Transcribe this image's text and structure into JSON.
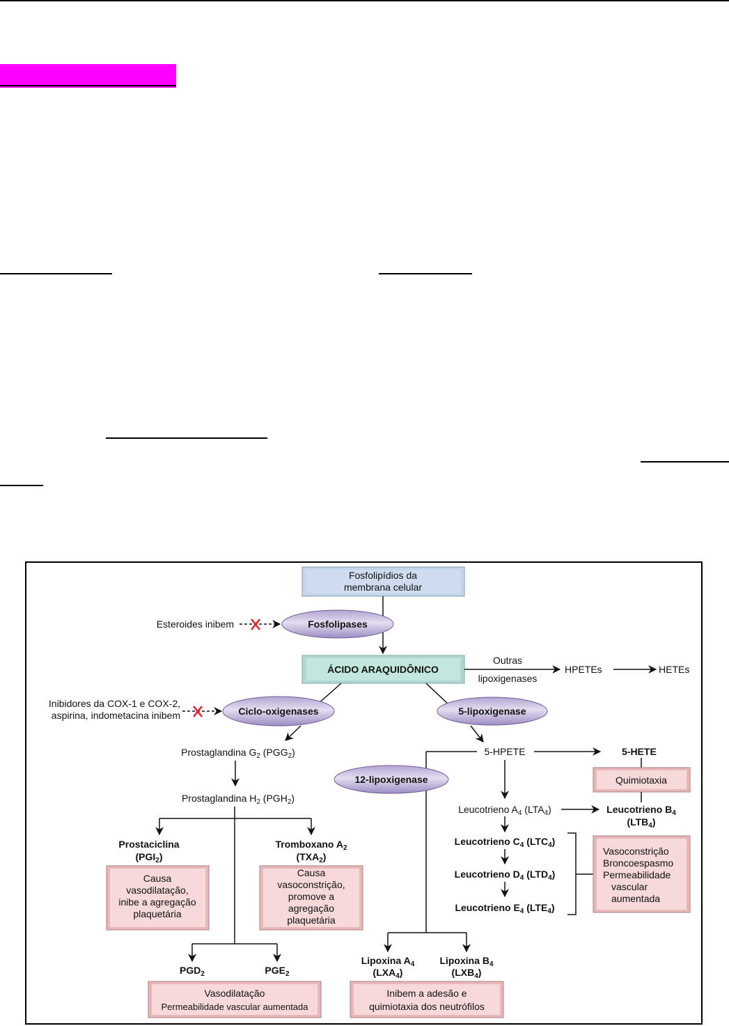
{
  "page": {
    "highlight_color": "#ff00ff",
    "rule_color": "#000000"
  },
  "diagram": {
    "colors": {
      "membrane_box": "#c4d4ea",
      "acid_box": "#bfe3dc",
      "effect_box": "#f4cdcd",
      "enzyme_ellipse": "#cdc2e2",
      "enzyme_ellipse_edge": "#8c7bb4",
      "inhibit_x": "#e0202a",
      "line": "#111111",
      "frame": "#000000"
    },
    "membrane": {
      "line1": "Fosfolipídios da",
      "line2": "membrana celular"
    },
    "phospholipases": "Fosfolipases",
    "steroids_inhibit": "Esteroides inibem",
    "arachidonic_acid": "ÁCIDO ARAQUIDÔNICO",
    "other_lipoxygenases": {
      "line1": "Outras",
      "line2": "lipoxigenases"
    },
    "hpetes": "HPETEs",
    "hetes": "HETEs",
    "cox_inhibitors": {
      "line1": "Inibidores da COX-1 e COX-2,",
      "line2": "aspirina, indometacina inibem"
    },
    "cyclooxygenases": "Ciclo-oxigenases",
    "lipoxygenase5": "5-lipoxigenase",
    "pgg2": {
      "base": "Prostaglandina G",
      "sub": "2",
      "mid": " (PGG",
      "sub2": "2",
      "end": ")"
    },
    "pgh2": {
      "base": "Prostaglandina H",
      "sub": "2",
      "mid": " (PGH",
      "sub2": "2",
      "end": ")"
    },
    "prostacyclin": {
      "line1": "Prostaciclina",
      "line2_pre": "(PGI",
      "line2_sub": "2",
      "line2_post": ")"
    },
    "prostacyclin_effect": [
      "Causa",
      "vasodilatação,",
      "inibe a agregação",
      "plaquetária"
    ],
    "thromboxane": {
      "line1_pre": "Tromboxano A",
      "line1_sub": "2",
      "line2_pre": "(TXA",
      "line2_sub": "2",
      "line2_post": ")"
    },
    "thromboxane_effect": [
      "Causa",
      "vasoconstrição,",
      "promove a",
      "agregação",
      "plaquetária"
    ],
    "pgd2": {
      "pre": "PGD",
      "sub": "2"
    },
    "pge2": {
      "pre": "PGE",
      "sub": "2"
    },
    "pgd_pge_effect": [
      "Vasodilatação",
      "Permeabilidade vascular aumentada"
    ],
    "hpete5": "5-HPETE",
    "hete5": "5-HETE",
    "chemotaxis": "Quimiotaxia",
    "lipoxygenase12": "12-lipoxigenase",
    "lta4": {
      "pre": "Leucotrieno A",
      "sub": "4",
      "mid": " (LTA",
      "sub2": "4",
      "end": ")"
    },
    "ltb4": {
      "line1_pre": "Leucotrieno B",
      "line1_sub": "4",
      "line2_pre": "(LTB",
      "line2_sub": "4",
      "line2_post": ")"
    },
    "ltc4": {
      "pre": "Leucotrieno C",
      "sub": "4",
      "mid": " (LTC",
      "sub2": "4",
      "end": ")"
    },
    "ltd4": {
      "pre": "Leucotrieno D",
      "sub": "4",
      "mid": " (LTD",
      "sub2": "4",
      "end": ")"
    },
    "lte4": {
      "pre": "Leucotrieno E",
      "sub": "4",
      "mid": " (LTE",
      "sub2": "4",
      "end": ")"
    },
    "leukotriene_effect": [
      "Vasoconstrição",
      "Broncoespasmo",
      "Permeabilidade",
      "vascular",
      "aumentada"
    ],
    "lxa4": {
      "line1_pre": "Lipoxina A",
      "line1_sub": "4",
      "line2_pre": "(LXA",
      "line2_sub": "4",
      "line2_post": ")"
    },
    "lxb4": {
      "line1_pre": "Lipoxina B",
      "line1_sub": "4",
      "line2_pre": "(LXB",
      "line2_sub": "4",
      "line2_post": ")"
    },
    "lipoxin_effect": [
      "Inibem a adesão e",
      "quimiotaxia dos neutrófilos"
    ]
  }
}
